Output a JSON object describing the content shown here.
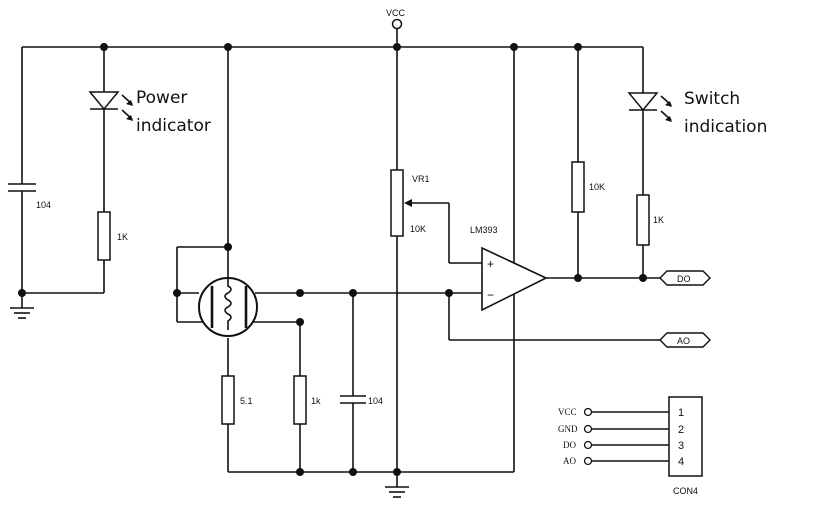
{
  "labels": {
    "vcc": "VCC",
    "power_indicator_line1": "Power",
    "power_indicator_line2": "indicator",
    "switch_indicator_line1": "Switch",
    "switch_indicator_line2": "indication",
    "cap_left": "104",
    "res_led_left": "1K",
    "pot_name": "VR1",
    "pot_value": "10K",
    "comparator": "LM393",
    "res_pullup": "10K",
    "res_led_right": "1K",
    "res_sensor_bottom": "5.1",
    "res_1k": "1k",
    "cap_mid": "104",
    "out_do": "DO",
    "out_ao": "AO",
    "opamp_plus": "+",
    "opamp_minus": "−"
  },
  "connector": {
    "name": "CON4",
    "pins": [
      {
        "signal": "VCC",
        "number": "1"
      },
      {
        "signal": "GND",
        "number": "2"
      },
      {
        "signal": "DO",
        "number": "3"
      },
      {
        "signal": "AO",
        "number": "4"
      }
    ]
  }
}
